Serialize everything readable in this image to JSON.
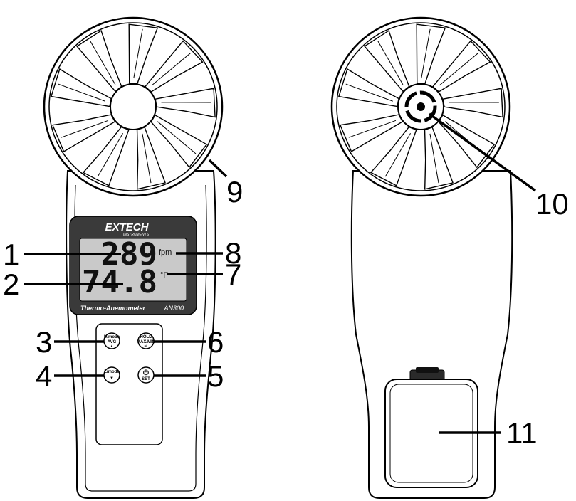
{
  "display": {
    "brand": "EXTECH",
    "brand_sub": "INSTRUMENTS",
    "airflow_value": "289",
    "airflow_unit": "fpm",
    "temp_value": "74.8",
    "temp_unit": "°F",
    "product_name": "Thermo-Anemometer",
    "model": "AN300"
  },
  "buttons": {
    "unit_avg": [
      "U/mode",
      "AVG",
      "▲"
    ],
    "hold_maxmin": [
      "HOLD",
      "MAX/MIN",
      "↵"
    ],
    "l_mode": [
      "L/mode",
      "▼"
    ],
    "power_set": [
      "⏻",
      "SET"
    ]
  },
  "callouts": {
    "c1": "1",
    "c2": "2",
    "c3": "3",
    "c4": "4",
    "c5": "5",
    "c6": "6",
    "c7": "7",
    "c8": "8",
    "c9": "9",
    "c10": "10",
    "c11": "11"
  },
  "icons": [
    "fan-impeller-icon",
    "temperature-sensor-icon",
    "power-icon"
  ],
  "colors": {
    "bezel": "#3a3a3a",
    "lcd": "#c9c9c9",
    "outline": "#000000"
  }
}
